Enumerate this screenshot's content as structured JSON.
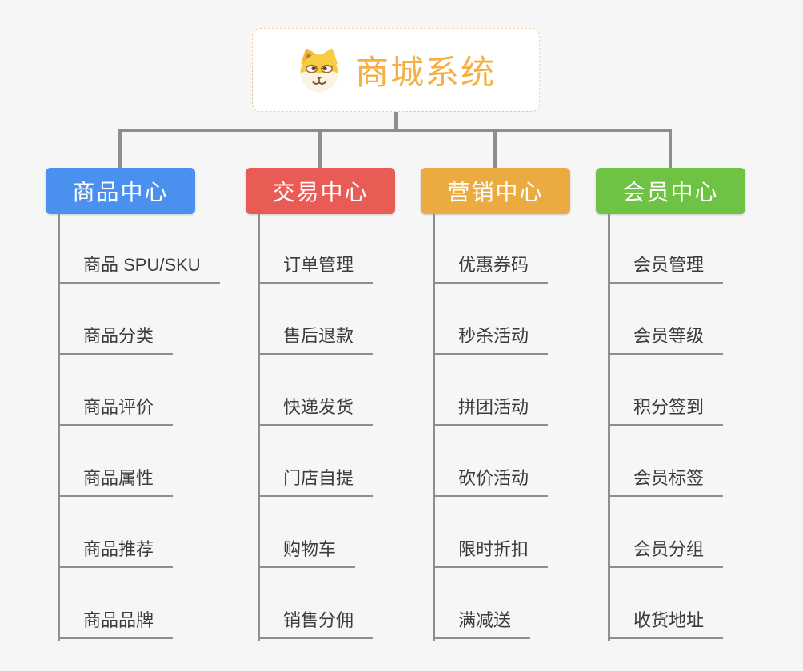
{
  "page": {
    "background": "#F6F6F6",
    "connector_color": "#8E8E8E",
    "leaf_text_color": "#3C3C3C"
  },
  "root": {
    "label": "商城系统",
    "icon": "dog-face-icon",
    "text_color": "#F5B044",
    "border_color": "#F3CD8B"
  },
  "branches": [
    {
      "label": "商品中心",
      "color": "#4A90EE",
      "children": [
        "商品 SPU/SKU",
        "商品分类",
        "商品评价",
        "商品属性",
        "商品推荐",
        "商品品牌"
      ]
    },
    {
      "label": "交易中心",
      "color": "#E95C56",
      "children": [
        "订单管理",
        "售后退款",
        "快递发货",
        "门店自提",
        "购物车",
        "销售分佣"
      ]
    },
    {
      "label": "营销中心",
      "color": "#EBAB41",
      "children": [
        "优惠券码",
        "秒杀活动",
        "拼团活动",
        "砍价活动",
        "限时折扣",
        "满减送"
      ]
    },
    {
      "label": "会员中心",
      "color": "#6EC345",
      "children": [
        "会员管理",
        "会员等级",
        "积分签到",
        "会员标签",
        "会员分组",
        "收货地址"
      ]
    }
  ]
}
